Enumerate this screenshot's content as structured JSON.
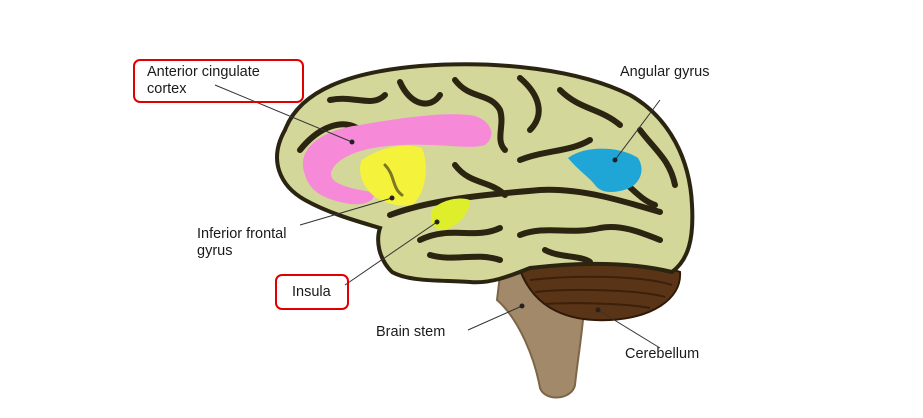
{
  "labels": {
    "anterior_cingulate": "Anterior cingulate cortex",
    "angular_gyrus": "Angular gyrus",
    "inferior_frontal": "Inferior frontal gyrus",
    "insula": "Insula",
    "brain_stem": "Brain stem",
    "cerebellum": "Cerebellum"
  },
  "colors": {
    "cortex": "#d4d79a",
    "cortex_outline": "#2b2411",
    "cingulate": "#f68ad9",
    "inferior_frontal": "#f4f23a",
    "insula": "#dfee2a",
    "angular": "#1fa6d7",
    "cerebellum": "#5a3416",
    "brain_stem": "#a28969",
    "highlight_box": "#e00000"
  }
}
